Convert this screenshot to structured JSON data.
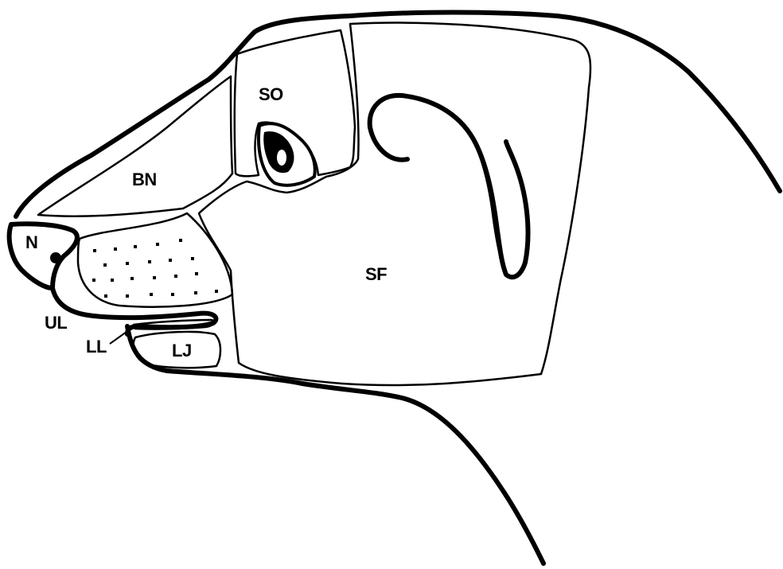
{
  "diagram": {
    "regions": [
      {
        "id": "N",
        "label": "N"
      },
      {
        "id": "BN",
        "label": "BN"
      },
      {
        "id": "SO",
        "label": "SO"
      },
      {
        "id": "SF",
        "label": "SF"
      },
      {
        "id": "UL",
        "label": "UL"
      },
      {
        "id": "LL",
        "label": "LL"
      },
      {
        "id": "LJ",
        "label": "LJ"
      }
    ]
  },
  "colors": {
    "stroke": "#000000",
    "background": "#ffffff"
  }
}
